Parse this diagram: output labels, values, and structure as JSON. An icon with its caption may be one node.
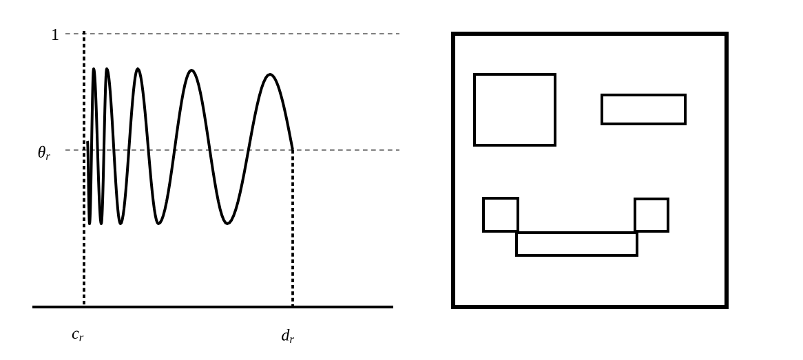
{
  "diagram": {
    "nodes": [
      {
        "text": [],
        "shape": "box"
      },
      {
        "text": [],
        "shape": "box",
        "in": 0
      },
      {
        "text": [],
        "shape": "box",
        "in": 0
      },
      {
        "text": [],
        "shape": "box",
        "in": 0
      },
      {
        "text": [],
        "shape": "box",
        "in": 0
      },
      {
        "text": [],
        "shape": "box",
        "in": 0
      }
    ],
    "labels": [
      "1",
      "θ$_{r}$",
      "c$_{r}$",
      "d$_{r}$"
    ]
  }
}
